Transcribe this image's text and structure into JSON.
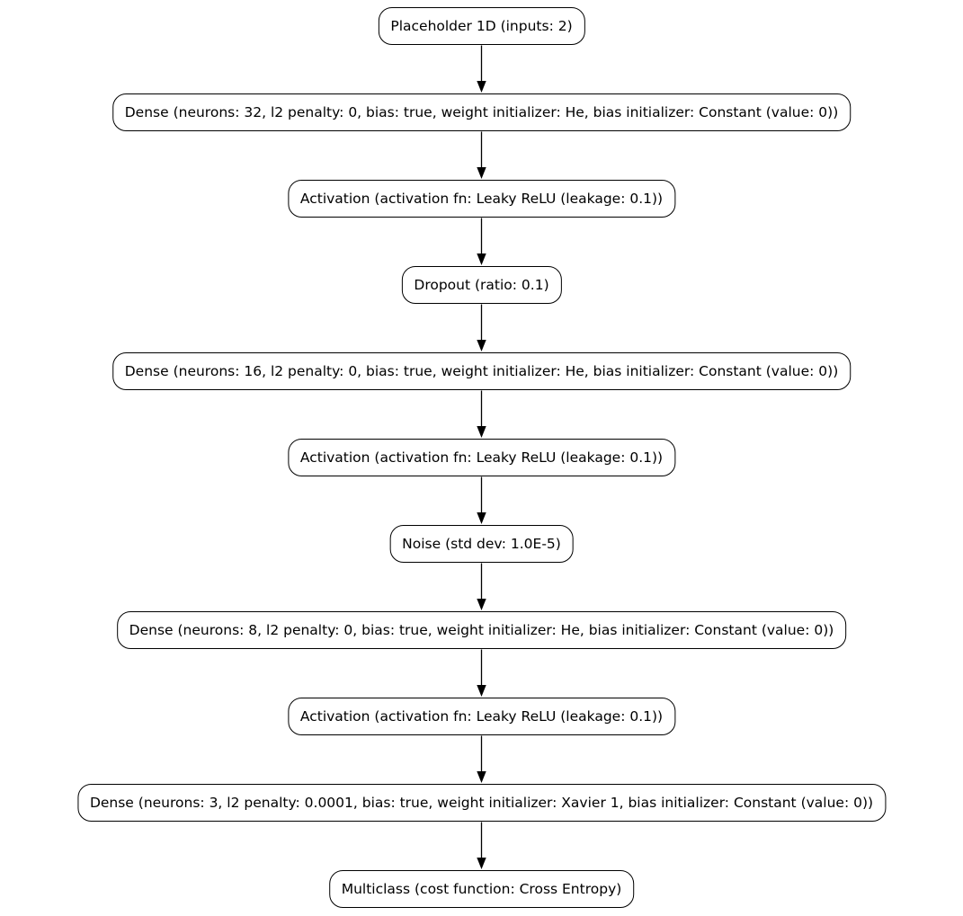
{
  "diagram": {
    "kind": "neural-network-layer-graph",
    "background_color": "#ffffff",
    "node_fill_color": "#ffffff",
    "node_border_color": "#000000",
    "text_color": "#000000",
    "edge_color": "#000000",
    "nodes": [
      {
        "id": "placeholder-1d",
        "label": "Placeholder 1D (inputs: 2)"
      },
      {
        "id": "dense-32",
        "label": "Dense (neurons: 32, l2 penalty: 0, bias: true, weight initializer: He, bias initializer: Constant (value: 0))"
      },
      {
        "id": "activation-1",
        "label": "Activation (activation fn: Leaky ReLU (leakage: 0.1))"
      },
      {
        "id": "dropout",
        "label": "Dropout (ratio: 0.1)"
      },
      {
        "id": "dense-16",
        "label": "Dense (neurons: 16, l2 penalty: 0, bias: true, weight initializer: He, bias initializer: Constant (value: 0))"
      },
      {
        "id": "activation-2",
        "label": "Activation (activation fn: Leaky ReLU (leakage: 0.1))"
      },
      {
        "id": "noise",
        "label": "Noise (std dev: 1.0E-5)"
      },
      {
        "id": "dense-8",
        "label": "Dense (neurons: 8, l2 penalty: 0, bias: true, weight initializer: He, bias initializer: Constant (value: 0))"
      },
      {
        "id": "activation-3",
        "label": "Activation (activation fn: Leaky ReLU (leakage: 0.1))"
      },
      {
        "id": "dense-3",
        "label": "Dense (neurons: 3, l2 penalty: 0.0001, bias: true, weight initializer: Xavier 1, bias initializer: Constant (value: 0))"
      },
      {
        "id": "multiclass",
        "label": "Multiclass (cost function: Cross Entropy)"
      }
    ],
    "edges": [
      [
        0,
        1
      ],
      [
        1,
        2
      ],
      [
        2,
        3
      ],
      [
        3,
        4
      ],
      [
        4,
        5
      ],
      [
        5,
        6
      ],
      [
        6,
        7
      ],
      [
        7,
        8
      ],
      [
        8,
        9
      ],
      [
        9,
        10
      ]
    ]
  }
}
